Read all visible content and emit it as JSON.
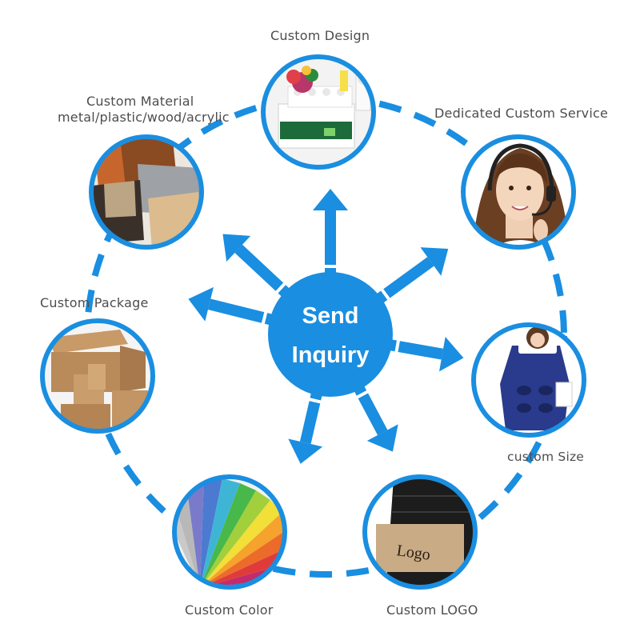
{
  "center": {
    "line1": "Send",
    "line2": "Inquiry"
  },
  "colors": {
    "accent": "#1a8ee0",
    "label": "#4d4d4d",
    "background": "#ffffff"
  },
  "nodes": [
    {
      "id": "design",
      "label": "Custom Design",
      "icon": "display-stand-photo"
    },
    {
      "id": "service",
      "label": "Dedicated Custom Service",
      "icon": "support-agent-photo"
    },
    {
      "id": "size",
      "label": "custom Size",
      "icon": "blue-display-rack-photo"
    },
    {
      "id": "logo",
      "label": "Custom LOGO",
      "icon": "black-rack-logo-photo",
      "photo_text": "Logo"
    },
    {
      "id": "color",
      "label": "Custom Color",
      "icon": "color-swatch-fan-photo"
    },
    {
      "id": "package",
      "label": "Custom Package",
      "icon": "cardboard-boxes-photo"
    },
    {
      "id": "material",
      "label": "Custom Material",
      "label2": "metal/plastic/wood/acrylic",
      "icon": "material-samples-photo"
    }
  ]
}
